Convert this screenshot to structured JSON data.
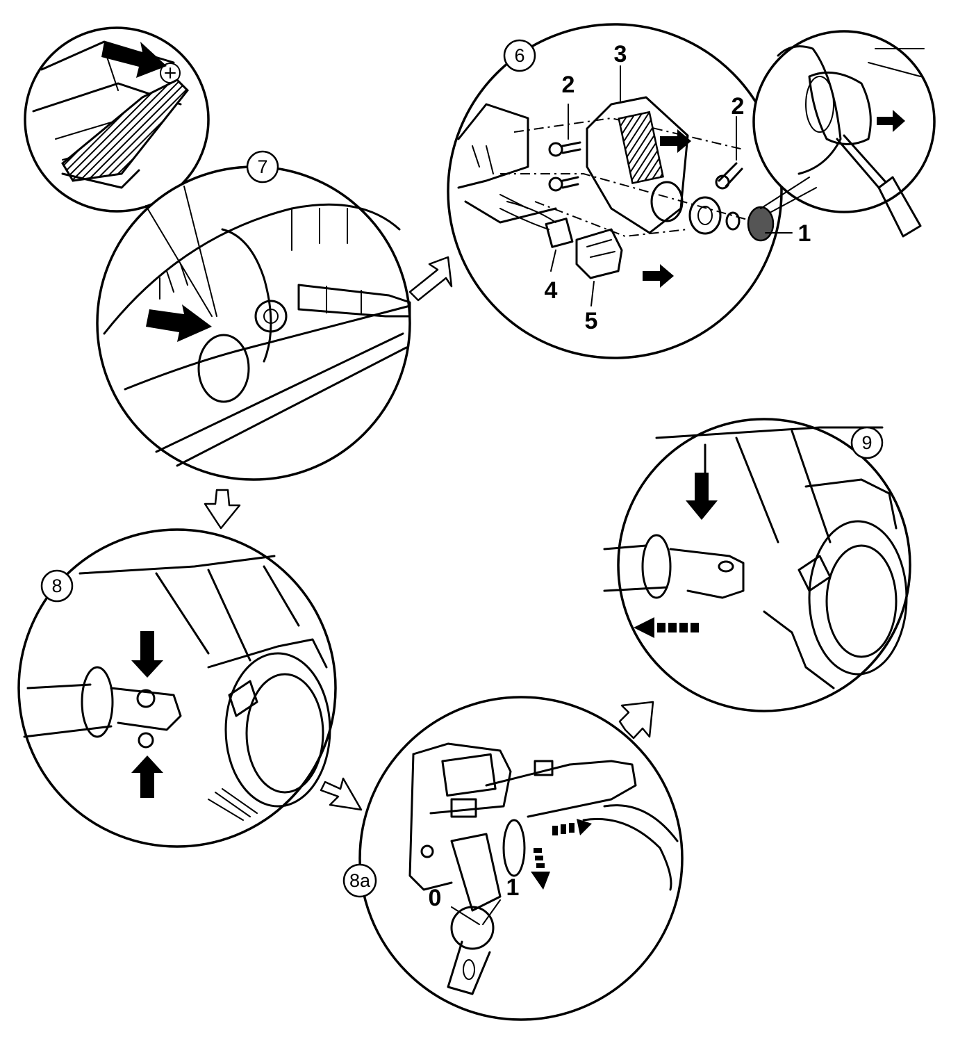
{
  "steps": [
    {
      "id": "step-7",
      "label": "7"
    },
    {
      "id": "step-6",
      "label": "6"
    },
    {
      "id": "step-8",
      "label": "8"
    },
    {
      "id": "step-8a",
      "label": "8a"
    },
    {
      "id": "step-9",
      "label": "9"
    }
  ],
  "parts": {
    "p1": "1",
    "p2a": "2",
    "p2b": "2",
    "p3": "3",
    "p4": "4",
    "p5": "5"
  },
  "positions": {
    "pos0": "0",
    "pos1": "1"
  }
}
